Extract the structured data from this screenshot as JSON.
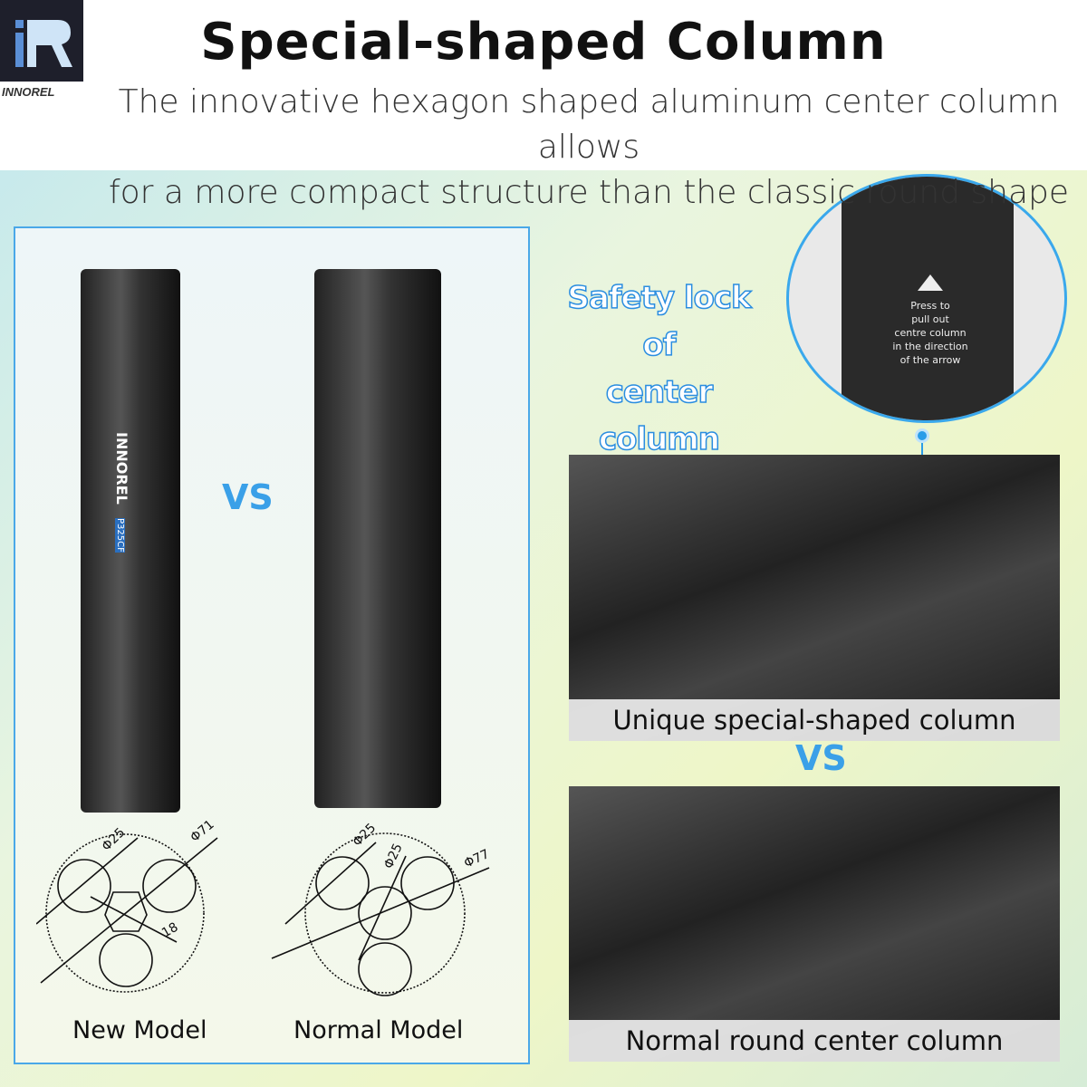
{
  "brand": {
    "logo_text": "iR",
    "name": "INNOREL"
  },
  "header": {
    "title": "Special-shaped  Column",
    "subtitle_line1": "The innovative hexagon shaped aluminum center column allows",
    "subtitle_line2": "for a more compact structure than the classic round shape"
  },
  "left_panel": {
    "vs": "VS",
    "new_model": "New Model",
    "normal_model": "Normal Model",
    "tripod_brand": "INNOREL",
    "tripod_model": "P325CF",
    "new_dims": {
      "leg": "Φ25",
      "overall": "Φ71",
      "column": "18"
    },
    "normal_dims": {
      "leg": "Φ25",
      "column": "Φ25",
      "overall": "Φ77"
    }
  },
  "safety": {
    "line1": "Safety lock of",
    "line2": "center column",
    "inset_text": [
      "Press to",
      "pull out",
      "centre column",
      "in the direction",
      "of the arrow"
    ]
  },
  "right": {
    "top_caption": "Unique special-shaped column",
    "vs": "VS",
    "bottom_caption": "Normal round center column"
  },
  "colors": {
    "accent": "#3aa0e8"
  }
}
